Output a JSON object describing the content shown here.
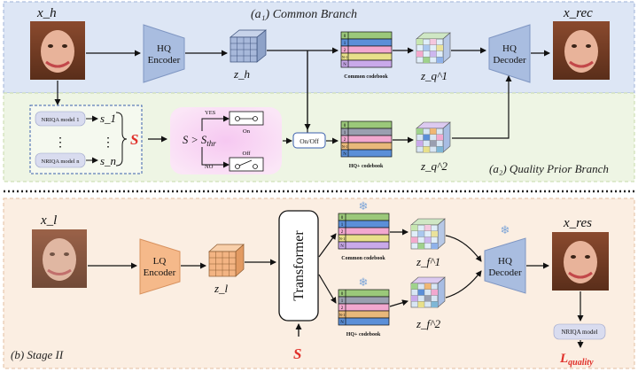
{
  "stage1": {
    "common_branch_title": "(a₁) Common Branch",
    "quality_branch_title": "(a₂) Quality Prior Branch",
    "input_label": "x_h",
    "output_label": "x_rec",
    "hq_encoder": [
      "HQ",
      "Encoder"
    ],
    "hq_decoder": [
      "HQ",
      "Decoder"
    ],
    "latent_label": "z_h",
    "common_codebook": "Common codebook",
    "hq_plus_codebook": "HQ+ codebook",
    "zq1_label": "z_q^1",
    "zq2_label": "z_q^2",
    "nriqa_model_1": "NRIQA model 1",
    "nriqa_model_n": "NRIQA model n",
    "s1_label": "s_1",
    "sn_label": "s_n",
    "vdots": "⋮",
    "score_label": "S",
    "condition_label": "S > S_thr",
    "yes_label": "YES",
    "no_label": "NO",
    "on_label": "On",
    "off_label": "Off",
    "onoff_label": "On/Off",
    "codebook_row_labels": [
      "0",
      "1",
      "2",
      "N-1",
      "N"
    ]
  },
  "stage2": {
    "title": "(b) Stage II",
    "input_label": "x_l",
    "output_label": "x_res",
    "lq_encoder": [
      "LQ",
      "Encoder"
    ],
    "latent_label": "z_l",
    "transformer_label": "Transformer",
    "common_codebook": "Common codebook",
    "hq_plus_codebook": "HQ+ codebook",
    "zf1_label": "z_f^1",
    "zf2_label": "z_f^2",
    "hq_decoder": [
      "HQ",
      "Decoder"
    ],
    "nriqa_model": "NRIQA model",
    "score_label": "S",
    "loss_label": "L_quality",
    "codebook_row_labels": [
      "0",
      "1",
      "2",
      "N-1",
      "N"
    ]
  },
  "colors": {
    "common_bg": "#dde6f5",
    "quality_bg": "#eef5e4",
    "stage2_bg": "#fbeee2",
    "hq_module": "#a9bde0",
    "lq_module": "#f5b98a",
    "score_red": "#e0302a",
    "condition_pink": "#f3c6ee"
  }
}
